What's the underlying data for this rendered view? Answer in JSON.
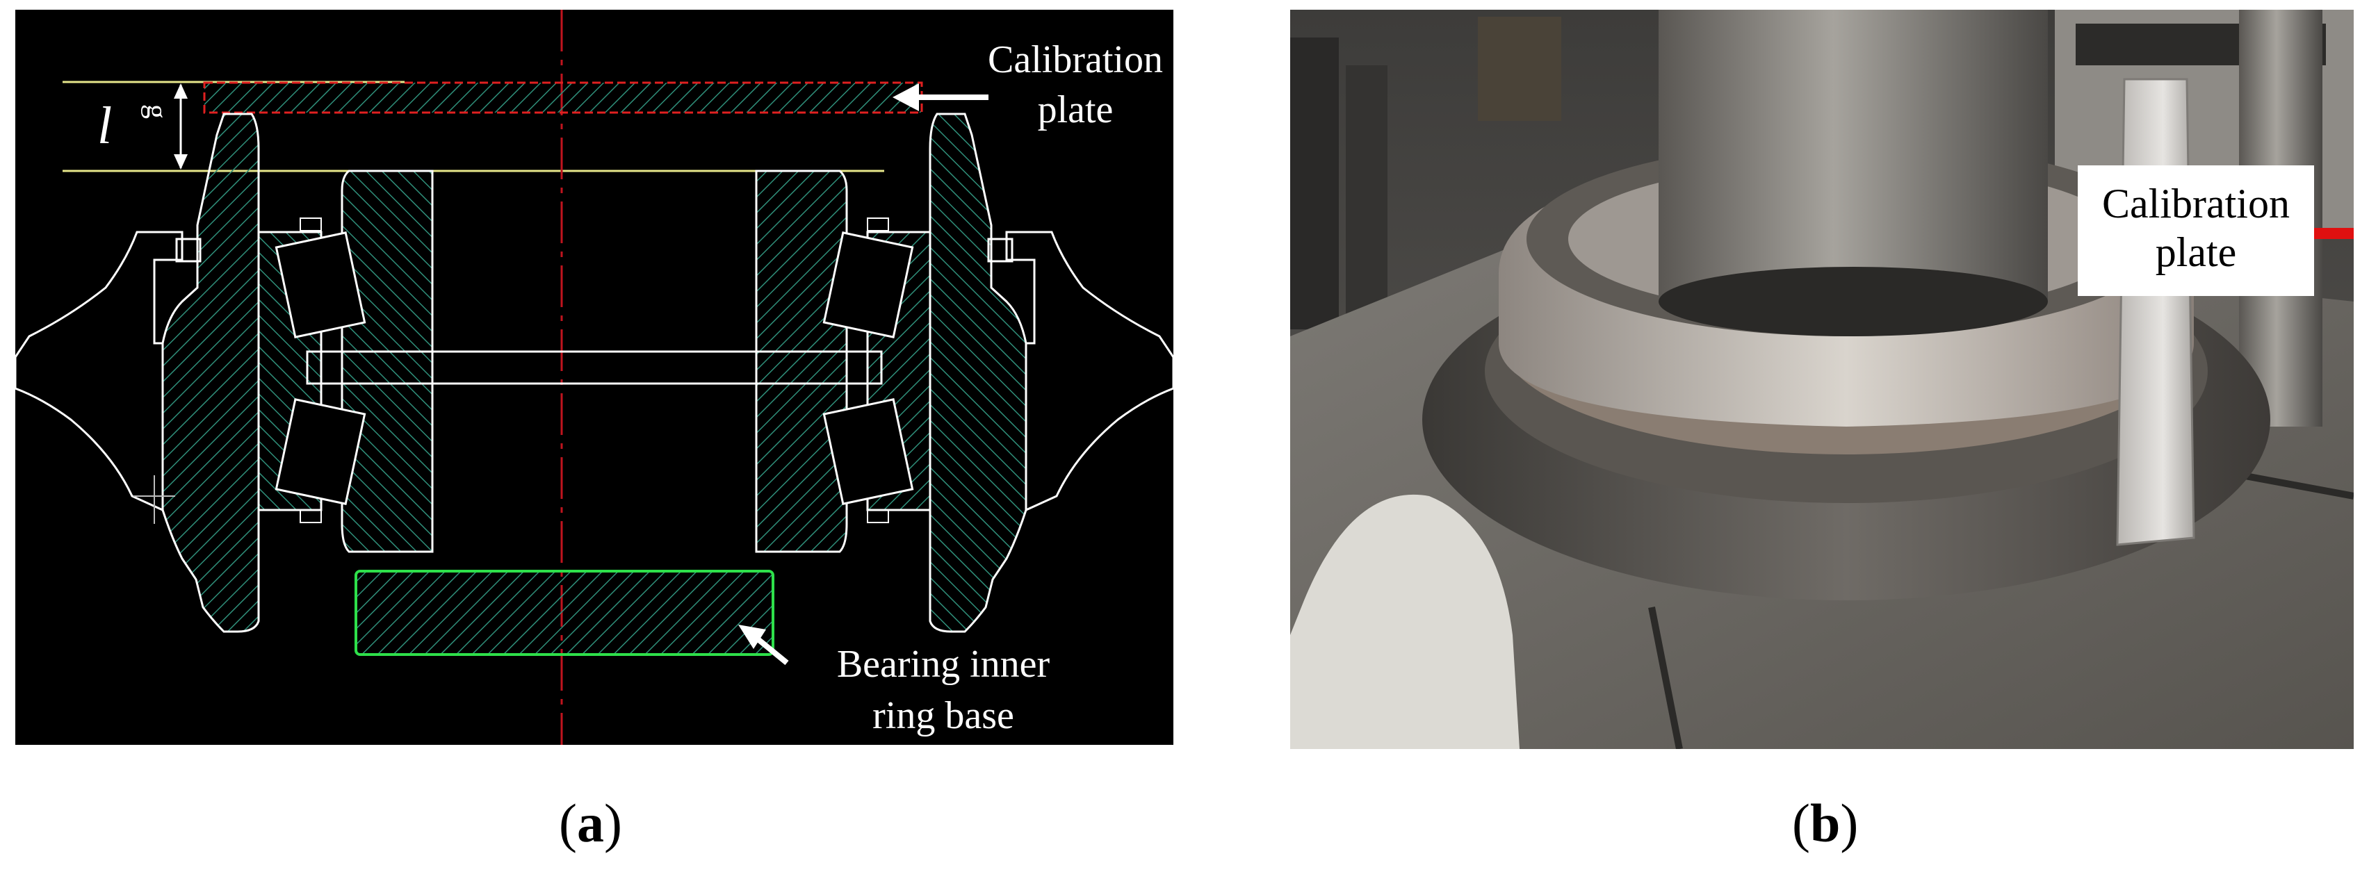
{
  "panel_a": {
    "label_calibration_plate_line1": "Calibration",
    "label_calibration_plate_line2": "plate",
    "label_base_line1": "Bearing inner",
    "label_base_line2": "ring base",
    "dimension_symbol": "l",
    "dimension_subscript": "g",
    "caption_open": "(",
    "caption_letter": "a",
    "caption_close": ")"
  },
  "panel_b": {
    "label_calibration_plate_line1": "Calibration",
    "label_calibration_plate_line2": "plate",
    "caption_open": "(",
    "caption_letter": "b",
    "caption_close": ")"
  },
  "colors": {
    "drawing_background": "#000000",
    "outline": "#ffffff",
    "hatch": "#2f8f7a",
    "center_line": "#c0141e",
    "calibration_plate_outline": "#e02020",
    "base_outline": "#2ee04a",
    "arrow_red": "#e01010"
  }
}
